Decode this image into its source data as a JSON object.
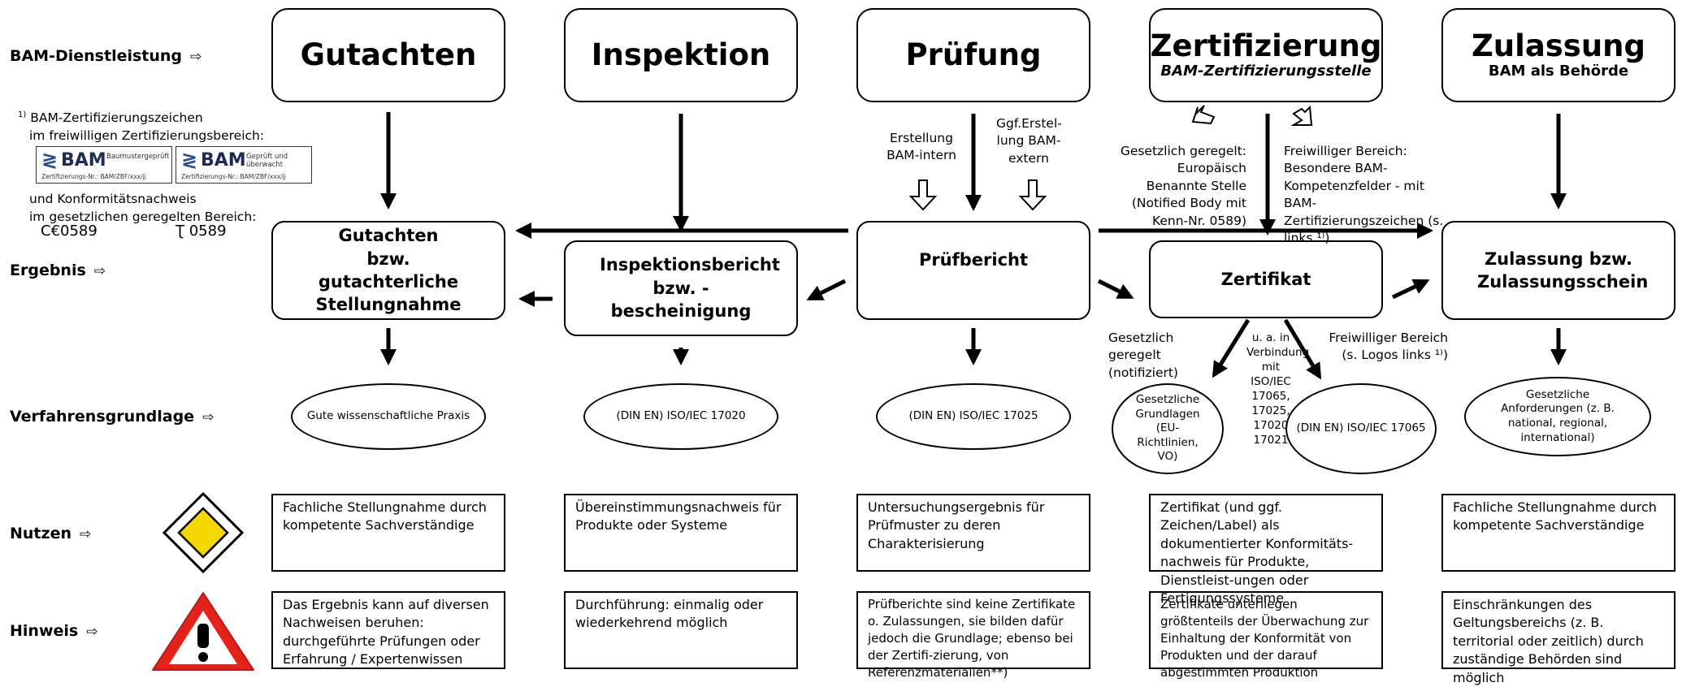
{
  "rows": {
    "service": "BAM-Dienstleistung",
    "result": "Ergebnis",
    "basis": "Verfahrensgrundlage",
    "benefit": "Nutzen",
    "note": "Hinweis",
    "arrow": "⇨"
  },
  "services": {
    "gutachten": {
      "title": "Gutachten"
    },
    "inspektion": {
      "title": "Inspektion"
    },
    "pruefung": {
      "title": "Prüfung"
    },
    "zertifizierung": {
      "title": "Zertifizierung",
      "subtitle": "BAM-Zertifizierungsstelle"
    },
    "zulassung": {
      "title": "Zulassung",
      "subtitle": "BAM als Behörde"
    }
  },
  "results": {
    "gutachten": "Gutachten bzw. gutachterliche Stellungnahme",
    "inspektion": "Inspektionsbericht bzw. -bescheinigung",
    "pruefung": "Prüfbericht",
    "zertifizierung": "Zertifikat",
    "zulassung": "Zulassung bzw. Zulassungsschein"
  },
  "footnote": {
    "sup": "1)",
    "line1": "BAM-Zertifizierungszeichen",
    "line2": "im freiwilligen Zertifizierungsbereich:",
    "line3": "und Konformitätsnachweis",
    "line4": "im gesetzlichen geregelten Bereich:",
    "ce_mark": "C€0589",
    "pi_mark": "Ʈ 0589",
    "logo1_brand": "BAM",
    "logo1_tag": "Baumustergeprüft",
    "logo1_nr": "Zertifizierungs-Nr.: BAM/ZBF/xxx/jj",
    "logo2_brand": "BAM",
    "logo2_tag": "Geprüft und überwacht",
    "logo2_nr": "Zertifizierungs-Nr.: BAM/ZBF/xxx/jj"
  },
  "labels": {
    "erstellung_intern": "Erstellung BAM-intern",
    "erstellung_extern": "Ggf.Erstel-lung BAM-extern",
    "gesetzlich_eu": "Gesetzlich geregelt: Europäisch Benannte Stelle (Notified Body mit Kenn-Nr. 0589)",
    "freiwillig_bam": "Freiwilliger Bereich: Besondere BAM-Kompetenzfelder - mit BAM-Zertifizierungszeichen (s. links ¹⁾)",
    "gesetzlich_notifiziert": "Gesetzlich geregelt (notifiziert)",
    "iso_verbindung": "u. a. in Verbindung mit ISO/IEC 17065, 17025, 17020 17021",
    "freiwillig_logos": "Freiwilliger Bereich (s. Logos links ¹⁾)"
  },
  "basis": {
    "gutachten": "Gute wissenschaftliche Praxis",
    "inspektion": "(DIN EN) ISO/IEC 17020",
    "pruefung": "(DIN EN) ISO/IEC 17025",
    "zert_gesetz": "Gesetzliche Grundlagen (EU-Richtlinien, VO)",
    "zert_frei": "(DIN EN) ISO/IEC 17065",
    "zulassung": "Gesetzliche Anforderungen (z. B. national, regional, international)"
  },
  "benefit": {
    "gutachten": "Fachliche Stellungnahme durch kompetente Sachverständige",
    "inspektion": "Übereinstimmungsnachweis für Produkte oder Systeme",
    "pruefung": "Untersuchungsergebnis für Prüfmuster zu deren Charakterisierung",
    "zertifizierung": "Zertifikat (und ggf. Zeichen/Label) als dokumentierter Konformitäts-nachweis für Produkte, Dienstleist-ungen oder Fertigungssysteme",
    "zulassung": "Fachliche Stellungnahme durch kompetente Sachverständige"
  },
  "notes": {
    "gutachten": "Das Ergebnis kann auf diversen Nachweisen beruhen: durchgeführte Prüfungen oder Erfahrung / Expertenwissen",
    "inspektion": "Durchführung: einmalig oder wiederkehrend möglich",
    "pruefung": "Prüfberichte sind keine Zertifikate o. Zulassungen, sie bilden dafür jedoch die Grundlage; ebenso bei der Zertifi-zierung, von Referenzmaterialien**)",
    "zertifizierung": "Zertifikate unterliegen größtenteils der Überwachung zur Einhaltung der Konformität von Produkten und der darauf abgestimmten Produktion",
    "zulassung": "Einschränkungen des Geltungsbereichs (z. B. territorial oder zeitlich) durch zuständige Behörden sind möglich"
  },
  "icons": {
    "priority_sign": "priority-road-sign",
    "warning_sign": "warning-triangle-sign"
  },
  "colors": {
    "sign_yellow": "#f5d800",
    "sign_red": "#e2231a"
  }
}
